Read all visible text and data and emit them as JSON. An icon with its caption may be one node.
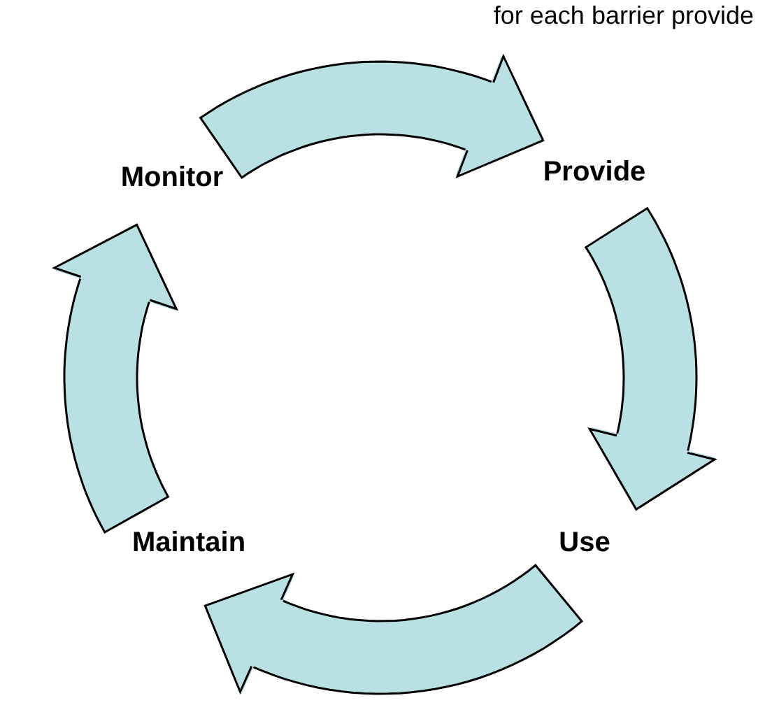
{
  "diagram": {
    "nodes": [
      {
        "text": [
          "Monitor"
        ]
      },
      {
        "text": [
          "Provide"
        ]
      },
      {
        "text": [
          "Use"
        ]
      },
      {
        "text": [
          "Maintain"
        ]
      }
    ],
    "edges": [
      {
        "from": 0,
        "to": 1,
        "arrow": "to"
      },
      {
        "from": 1,
        "to": 2,
        "arrow": "to"
      },
      {
        "from": 2,
        "to": 3,
        "arrow": "to"
      },
      {
        "from": 3,
        "to": 0,
        "arrow": "to"
      }
    ],
    "labels": [
      "for each barrier provide"
    ]
  }
}
